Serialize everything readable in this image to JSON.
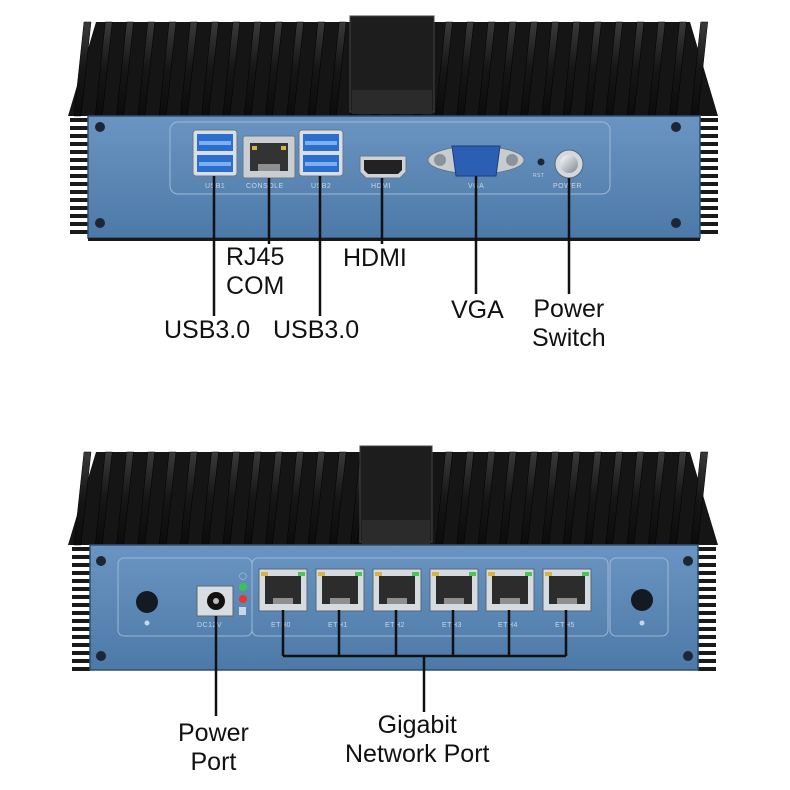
{
  "front": {
    "port_labels": {
      "usb1": "USB1",
      "console": "CONSOLE",
      "usb2": "USB2",
      "hdmi": "HDMI",
      "vga": "VGA",
      "rst": "RST",
      "power": "POWER"
    },
    "callouts": {
      "rj45_com": [
        "RJ45",
        "COM"
      ],
      "hdmi": "HDMI",
      "usb_left": "USB3.0",
      "usb_right": "USB3.0",
      "vga": "VGA",
      "power_switch": [
        "Power",
        "Switch"
      ]
    }
  },
  "back": {
    "port_labels": {
      "dc": "DC12V",
      "eth": [
        "ETH0",
        "ETH1",
        "ETH2",
        "ETH3",
        "ETH4",
        "ETH5"
      ]
    },
    "callouts": {
      "power_port": [
        "Power",
        "Port"
      ],
      "gigabit": [
        "Gigabit",
        "Network Port"
      ]
    }
  },
  "colors": {
    "panel": "#5b87b6",
    "heatsink": "#1b1b1b",
    "leader": "#111111",
    "led_green": "#38c64a",
    "led_red": "#e23a2a"
  }
}
